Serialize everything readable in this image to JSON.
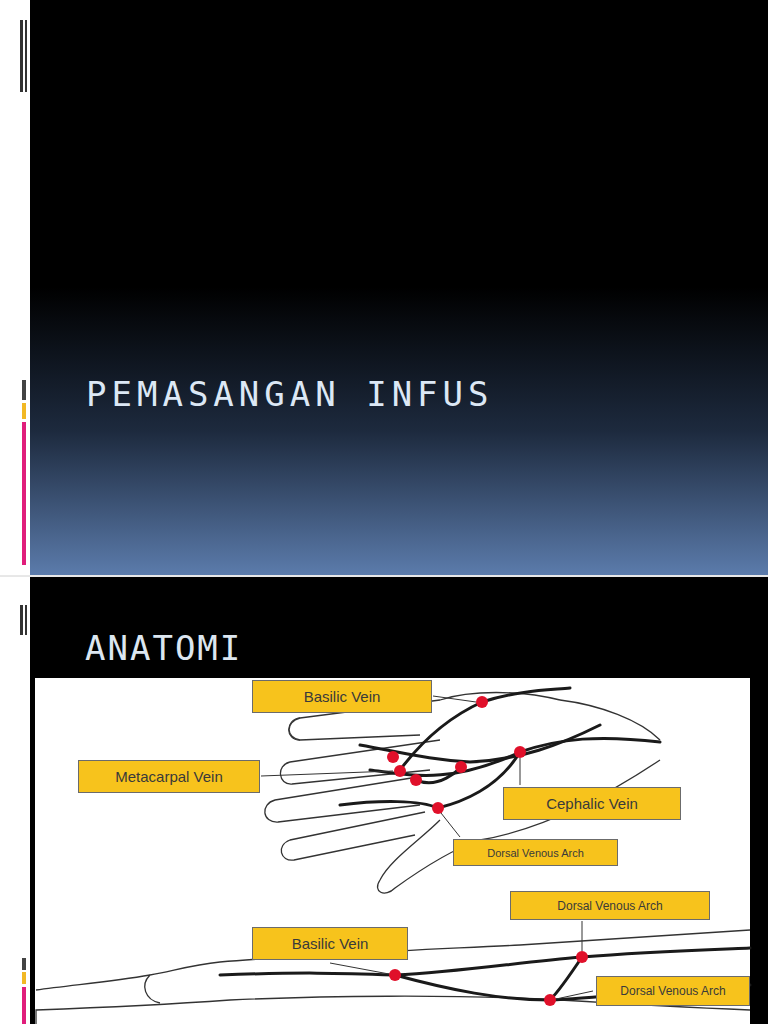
{
  "diagram": {
    "title": "PEMASANGAN INFUS",
    "nodes": [
      {
        "text": [
          "Basilic Vein"
        ]
      },
      {
        "text": [
          "Metacarpal Vein"
        ]
      },
      {
        "text": [
          "Cephalic Vein"
        ]
      },
      {
        "text": [
          "Dorsal Venous Arch"
        ]
      },
      {
        "text": [
          "Dorsal Venous Arch"
        ]
      },
      {
        "text": [
          "Basilic Vein"
        ]
      },
      {
        "text": [
          "Dorsal Venous Arch"
        ]
      }
    ],
    "labels": [
      "ANATOMI"
    ]
  }
}
